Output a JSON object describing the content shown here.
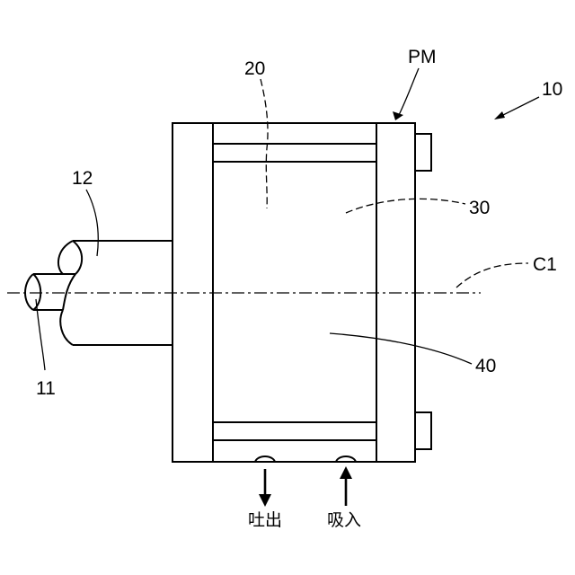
{
  "labels": {
    "pump_module": "PM",
    "unit": "10",
    "part_20": "20",
    "part_30": "30",
    "part_40": "40",
    "shaft": "11",
    "sleeve": "12",
    "axis": "C1",
    "discharge": "吐出",
    "suction": "吸入"
  },
  "colors": {
    "ink": "#000000",
    "paper": "#ffffff"
  }
}
